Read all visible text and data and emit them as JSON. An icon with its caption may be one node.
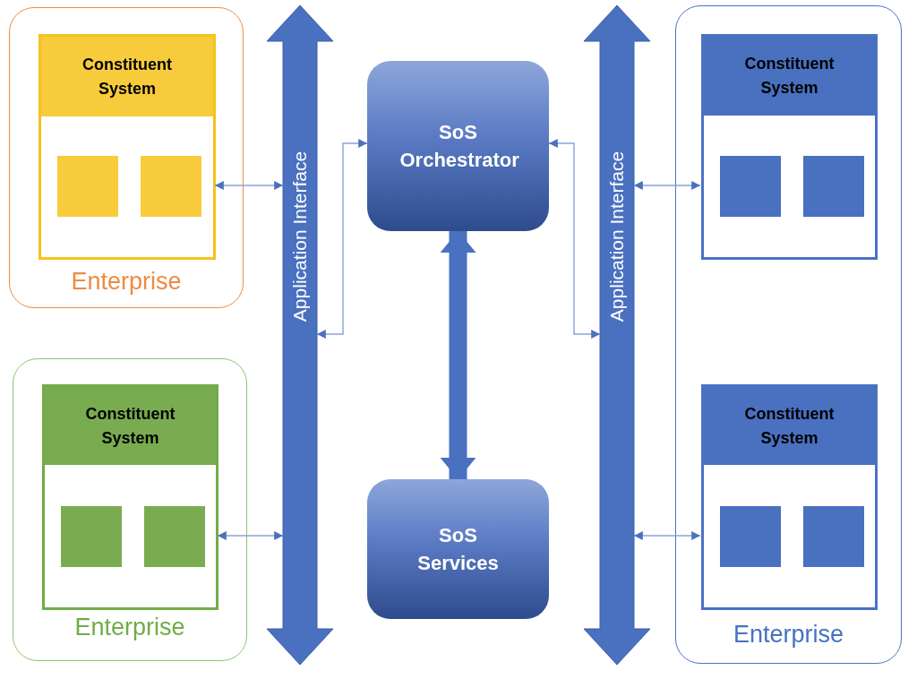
{
  "diagram": {
    "nodes": [
      {
        "text": [
          "Enterprise"
        ]
      },
      {
        "text": [
          "Constituent System"
        ],
        "in": 0
      },
      {
        "text": [
          "Enterprise"
        ]
      },
      {
        "text": [
          "Constituent System"
        ],
        "in": 2
      },
      {
        "text": [
          "Enterprise"
        ]
      },
      {
        "text": [
          "Constituent System"
        ],
        "in": 4
      },
      {
        "text": [
          "Constituent System"
        ],
        "in": 4
      },
      {
        "text": [
          "Application Interface"
        ]
      },
      {
        "text": [
          "SoS Orchestrator"
        ]
      },
      {
        "text": [
          "SoS Services"
        ]
      },
      {
        "text": [
          "Application Interface"
        ]
      }
    ],
    "edges": [
      {
        "from": 1,
        "to": 7,
        "arrow": "both"
      },
      {
        "from": 3,
        "to": 7,
        "arrow": "both"
      },
      {
        "from": 7,
        "to": 8,
        "arrow": "both"
      },
      {
        "from": 8,
        "to": 9,
        "arrow": "both",
        "style": "thick"
      },
      {
        "from": 8,
        "to": 10,
        "arrow": "both"
      },
      {
        "from": 10,
        "to": 5,
        "arrow": "both"
      },
      {
        "from": 10,
        "to": 6,
        "arrow": "both"
      }
    ]
  }
}
